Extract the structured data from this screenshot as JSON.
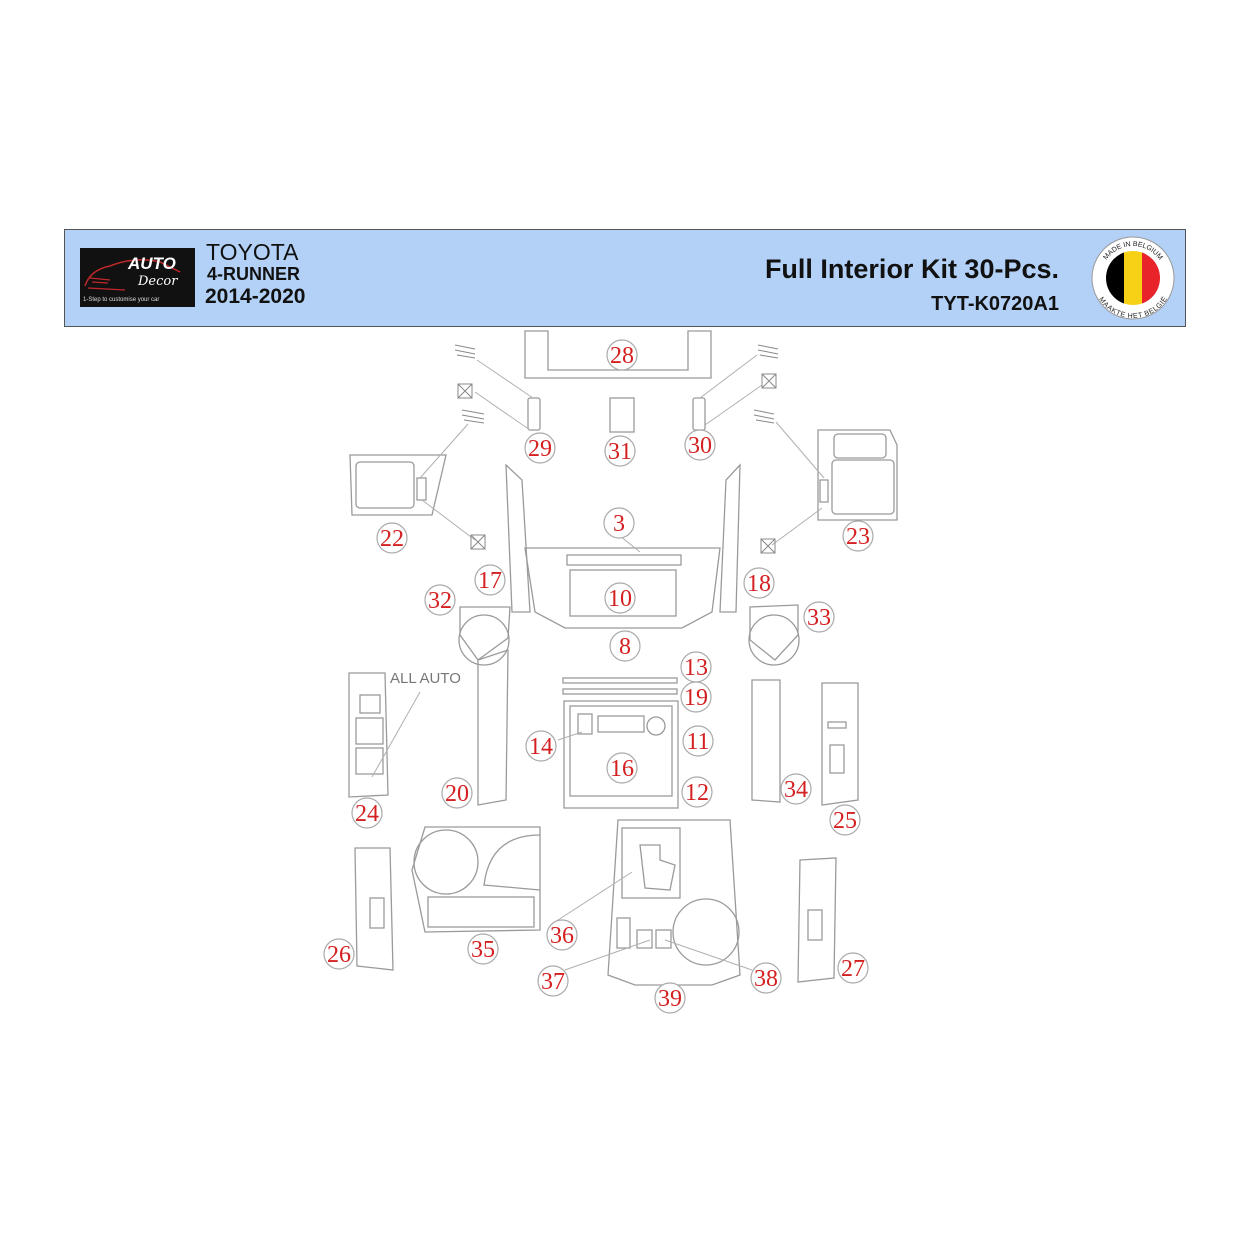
{
  "header": {
    "logo": {
      "name": "AUTO Decor",
      "line1": "AUTO",
      "line2": "Decor",
      "tagline": "1-Step to customise your car"
    },
    "brand": "TOYOTA",
    "model": "4-RUNNER",
    "years": "2014-2020",
    "kit_title": "Full Interior Kit 30-Pcs.",
    "kit_code": "TYT-K0720A1",
    "seal": {
      "top_text": "MADE IN BELGIUM",
      "bottom_text": "MAAKTE HET BELGIË",
      "colors": [
        "#000000",
        "#f7d116",
        "#e8232a"
      ]
    }
  },
  "diagram": {
    "note": "ALL AUTO",
    "callout_color": "#d42020",
    "part_numbers": [
      "28",
      "29",
      "31",
      "30",
      "22",
      "23",
      "3",
      "17",
      "18",
      "32",
      "10",
      "33",
      "8",
      "13",
      "19",
      "11",
      "14",
      "16",
      "12",
      "20",
      "34",
      "24",
      "25",
      "26",
      "35",
      "36",
      "37",
      "38",
      "27",
      "39"
    ]
  }
}
